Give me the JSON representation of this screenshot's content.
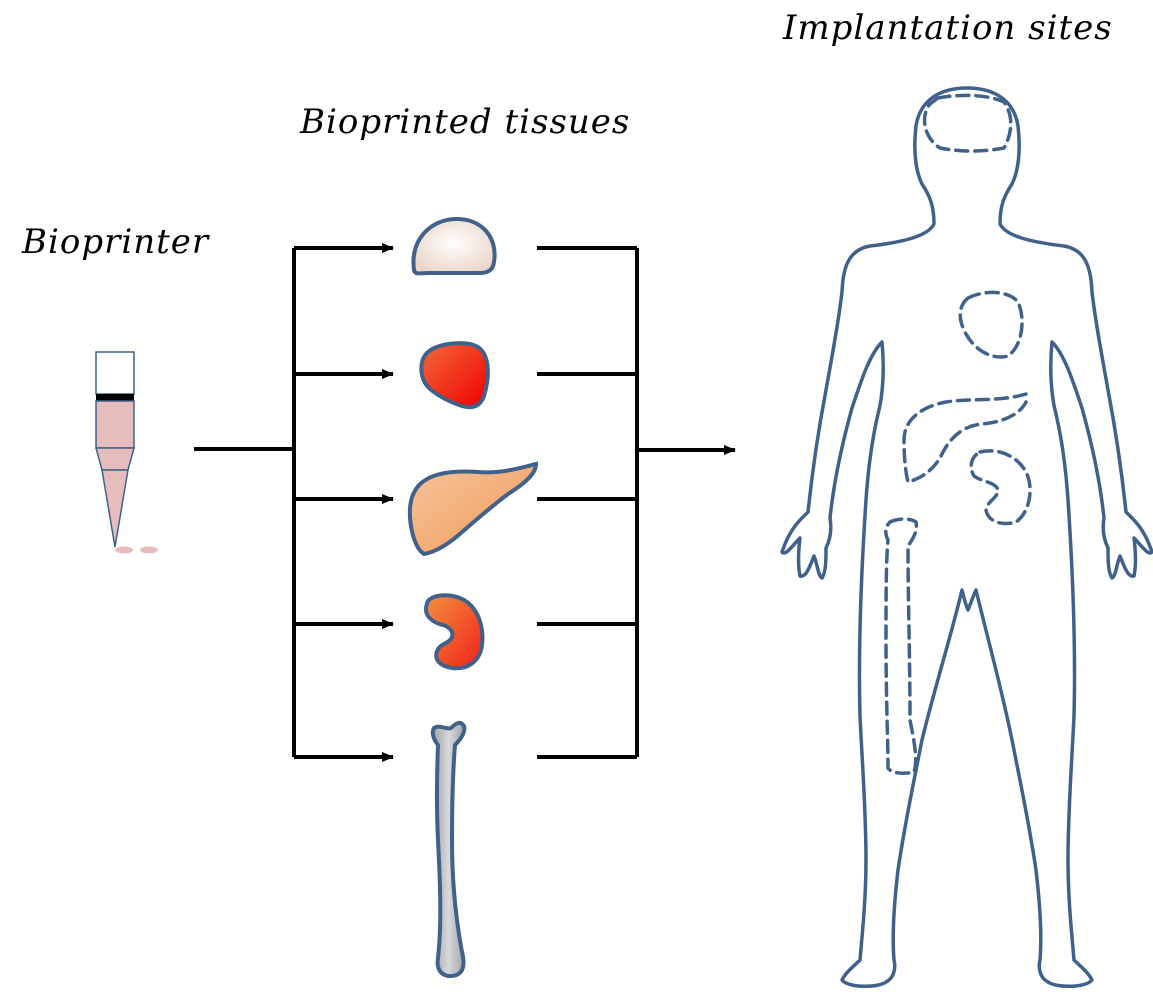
{
  "labels": {
    "implantation_sites": "Implantation sites",
    "bioprinted_tissues": "Bioprinted tissues",
    "bioprinter": "Bioprinter"
  },
  "icons": {
    "bioprinter": "syringe-nozzle-icon",
    "tissues": [
      "cartilage-icon",
      "heart-icon",
      "liver-icon",
      "kidney-icon",
      "bone-icon"
    ],
    "body": "human-body-outline-icon"
  },
  "colors": {
    "outline": "#40618a",
    "arrow": "#000000",
    "cartilage": "#f2e7dd",
    "heart": "#ee3a1a",
    "liver": "#f3a772",
    "kidney": "#f07a3c",
    "bone": "#b9bcc0",
    "bioink": "#e6bcbc"
  }
}
